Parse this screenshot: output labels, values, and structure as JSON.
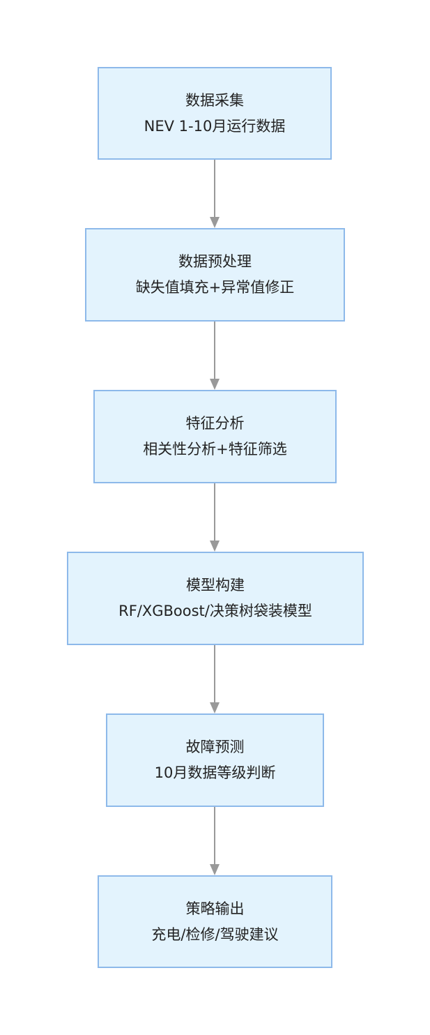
{
  "diagram": {
    "type": "flowchart",
    "direction": "top-to-bottom",
    "colors": {
      "node_fill": "#e3f3fd",
      "node_border": "#8db9ea",
      "arrow": "#999999",
      "text": "#222222"
    },
    "nodes": [
      {
        "title": "数据采集",
        "subtitle": "NEV 1-10月运行数据"
      },
      {
        "title": "数据预处理",
        "subtitle": "缺失值填充+异常值修正"
      },
      {
        "title": "特征分析",
        "subtitle": "相关性分析+特征筛选"
      },
      {
        "title": "模型构建",
        "subtitle": "RF/XGBoost/决策树袋装模型"
      },
      {
        "title": "故障预测",
        "subtitle": "10月数据等级判断"
      },
      {
        "title": "策略输出",
        "subtitle": "充电/检修/驾驶建议"
      }
    ]
  }
}
